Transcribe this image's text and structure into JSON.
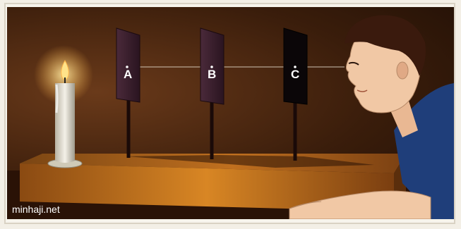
{
  "illustration": {
    "cards": [
      {
        "label": "A"
      },
      {
        "label": "B"
      },
      {
        "label": "C"
      }
    ],
    "watermark": "minhaji.net",
    "colors": {
      "background": "#3a1d0b",
      "table_top": "#a35a17",
      "table_front": "#c87a22",
      "candle": "#e8e4d8",
      "flame": "#ffe38a",
      "shirt": "#1f3e7a",
      "skin": "#f1c8a5",
      "hair": "#3a1a0d"
    }
  }
}
